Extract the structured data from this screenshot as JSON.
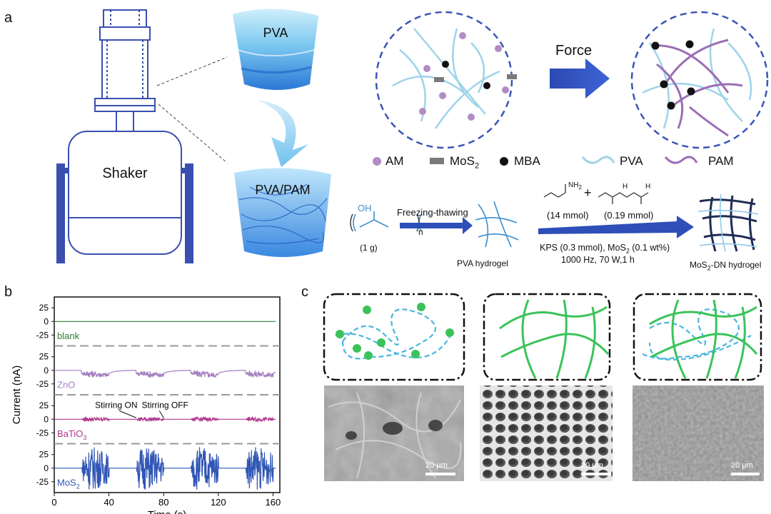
{
  "panel_labels": {
    "a": "a",
    "b": "b",
    "c": "c"
  },
  "panel_a": {
    "shaker_label": "Shaker",
    "top_photo_label": "PVA",
    "bottom_photo_label": "PVA/PAM",
    "force_label": "Force",
    "legend": [
      {
        "label": "AM",
        "color": "#b28cc4"
      },
      {
        "label": "MoS",
        "sub": "2",
        "color": "#7a7a7a"
      },
      {
        "label": "MBA",
        "color": "#111111"
      },
      {
        "label": "PVA",
        "color": "#9fd3ea"
      },
      {
        "label": "PAM",
        "color": "#9a6fb5"
      }
    ],
    "scheme": {
      "pva_unit": "OH",
      "pva_n": "n",
      "pva_amount": "(1 g)",
      "step1": "Freezing-thawing",
      "pva_hydrogel": "PVA hydrogel",
      "am_amount": "(14 mmol)",
      "mba_amount": "(0.19 mmol)",
      "plus": "+",
      "nh2": "NH",
      "nh2_sub": "2",
      "nh": "H",
      "cond_kps": "KPS (0.3 mmol), MoS",
      "cond_kps_sub": "2",
      "cond_kps_tail": " (0.1 wt%)",
      "cond_2": "1000 Hz, 70 W,1 h",
      "product_a": "MoS",
      "product_sub": "2",
      "product_b": "-DN hydrogel"
    }
  },
  "chart_data": {
    "type": "line",
    "xlabel": "Time (s)",
    "ylabel": "Current (nA)",
    "xlim": [
      0,
      165
    ],
    "xticks": [
      0,
      40,
      80,
      120,
      160
    ],
    "yticks_per_panel": [
      25,
      0,
      -25
    ],
    "stirring_on_intervals": [
      [
        20,
        40
      ],
      [
        60,
        80
      ],
      [
        100,
        120
      ],
      [
        140,
        160
      ]
    ],
    "annotations": [
      {
        "text": "Stirring ON",
        "x": 61,
        "panel": "BaTiO3"
      },
      {
        "text": "Stirring OFF",
        "x": 80,
        "panel": "BaTiO3"
      }
    ],
    "series": [
      {
        "name": "blank",
        "label_main": "blank",
        "label_sub": "",
        "color": "#2e7d32",
        "amplitude": 0,
        "baseline_drop": 0
      },
      {
        "name": "ZnO",
        "label_main": "ZnO",
        "label_sub": "",
        "color": "#a57fc0",
        "amplitude": 6,
        "baseline_drop": 9
      },
      {
        "name": "BaTiO3",
        "label_main": "BaTiO",
        "label_sub": "3",
        "color": "#b0378e",
        "amplitude": 4,
        "baseline_drop": 0
      },
      {
        "name": "MoS2",
        "label_main": "MoS",
        "label_sub": "2",
        "color": "#3056b5",
        "amplitude": 40,
        "baseline_drop": 0
      }
    ]
  },
  "panel_c": {
    "scale_bar": "20 μm"
  }
}
